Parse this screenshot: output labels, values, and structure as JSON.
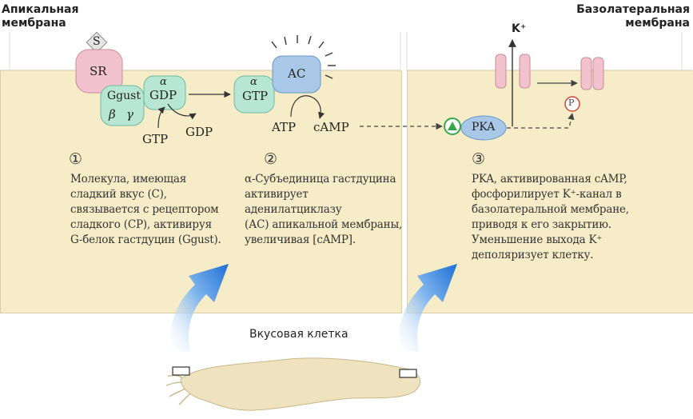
{
  "labels": {
    "apical_membrane": "Апикальная\nмембрана",
    "basolateral_membrane": "Базолатеральная\nмембрана",
    "taste_cell": "Вкусовая клетка"
  },
  "molecules": {
    "s": "S",
    "sr": "SR",
    "g_gust": "Ggust",
    "beta": "β",
    "gamma": "γ",
    "alpha_1": "α",
    "gdp_bound": "GDP",
    "gtp_in": "GTP",
    "gdp_out": "GDP",
    "alpha_2": "α",
    "gtp_bound": "GTP",
    "ac": "AC",
    "atp": "ATP",
    "camp": "cAMP",
    "pka": "PKA",
    "k_plus": "K⁺",
    "p": "P"
  },
  "steps": [
    {
      "number": "①",
      "text": "Молекула, имеющая\nсладкий вкус (С),\nсвязывается с рецептором\nсладкого (СР), активируя\nG-белок гастдуцин (Ggust)."
    },
    {
      "number": "②",
      "text": "α-Субъединица  гастдуцина\nактивирует аденилатциклазу\n(АС) апикальной мембраны,\nувеличивая [cAMP]."
    },
    {
      "number": "③",
      "text": "PKA, активированная cAMP,\nфосфорилирует K⁺-канал в\nбазолатеральной мембране,\nприводя к его закрытию.\nУменьшение выхода K⁺\nдеполяризует клетку."
    }
  ],
  "colors": {
    "cytoplasm": "#f6edc8",
    "sr": "#f2c3cf",
    "g_protein": "#b8e6d4",
    "ac": "#a9c8e8",
    "pka": "#a9c8e8",
    "k_channel": "#f2c3cf",
    "arrow_blue": "#2f7fd8",
    "activator_green": "#37a84a",
    "phospho_red": "#d9453a"
  }
}
